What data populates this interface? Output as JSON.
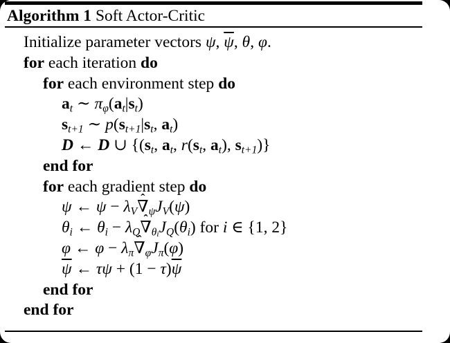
{
  "window": {
    "outside_bg": "#000000",
    "page_bg": "#ffffff",
    "text_color": "#000000"
  },
  "header": {
    "label": "Algorithm 1",
    "title": "Soft Actor-Critic"
  },
  "algorithm": {
    "lines": [
      {
        "indent": 0,
        "runs": [
          {
            "t": "Initialize parameter vectors "
          },
          {
            "t": "ψ",
            "s": "i"
          },
          {
            "t": ", "
          },
          {
            "t": "ψ",
            "s": "i",
            "bar": true
          },
          {
            "t": ", "
          },
          {
            "t": "θ",
            "s": "i"
          },
          {
            "t": ", "
          },
          {
            "t": "φ",
            "s": "i"
          },
          {
            "t": "."
          }
        ]
      },
      {
        "indent": 0,
        "runs": [
          {
            "t": "for",
            "s": "b"
          },
          {
            "t": " each iteration "
          },
          {
            "t": "do",
            "s": "b"
          }
        ]
      },
      {
        "indent": 1,
        "runs": [
          {
            "t": "for",
            "s": "b"
          },
          {
            "t": " each environment step "
          },
          {
            "t": "do",
            "s": "b"
          }
        ]
      },
      {
        "indent": 2,
        "runs": [
          {
            "t": "a",
            "s": "b"
          },
          {
            "t": "t",
            "s": "i",
            "sub": true
          },
          {
            "t": " ∼ "
          },
          {
            "t": "π",
            "s": "i"
          },
          {
            "t": "φ",
            "s": "i",
            "sub": true
          },
          {
            "t": "("
          },
          {
            "t": "a",
            "s": "b"
          },
          {
            "t": "t",
            "s": "i",
            "sub": true
          },
          {
            "t": "|"
          },
          {
            "t": "s",
            "s": "b"
          },
          {
            "t": "t",
            "s": "i",
            "sub": true
          },
          {
            "t": ")"
          }
        ]
      },
      {
        "indent": 2,
        "runs": [
          {
            "t": "s",
            "s": "b"
          },
          {
            "t": "t+1",
            "s": "i",
            "sub": true
          },
          {
            "t": " ∼ "
          },
          {
            "t": "p",
            "s": "i"
          },
          {
            "t": "("
          },
          {
            "t": "s",
            "s": "b"
          },
          {
            "t": "t+1",
            "s": "i",
            "sub": true
          },
          {
            "t": "|"
          },
          {
            "t": "s",
            "s": "b"
          },
          {
            "t": "t",
            "s": "i",
            "sub": true
          },
          {
            "t": ", "
          },
          {
            "t": "a",
            "s": "b"
          },
          {
            "t": "t",
            "s": "i",
            "sub": true
          },
          {
            "t": ")"
          }
        ]
      },
      {
        "indent": 2,
        "runs": [
          {
            "t": "D",
            "s": "cal"
          },
          {
            "t": " ← "
          },
          {
            "t": "D",
            "s": "cal"
          },
          {
            "t": " ∪ {("
          },
          {
            "t": "s",
            "s": "b"
          },
          {
            "t": "t",
            "s": "i",
            "sub": true
          },
          {
            "t": ", "
          },
          {
            "t": "a",
            "s": "b"
          },
          {
            "t": "t",
            "s": "i",
            "sub": true
          },
          {
            "t": ", "
          },
          {
            "t": "r",
            "s": "i"
          },
          {
            "t": "("
          },
          {
            "t": "s",
            "s": "b"
          },
          {
            "t": "t",
            "s": "i",
            "sub": true
          },
          {
            "t": ", "
          },
          {
            "t": "a",
            "s": "b"
          },
          {
            "t": "t",
            "s": "i",
            "sub": true
          },
          {
            "t": "), "
          },
          {
            "t": "s",
            "s": "b"
          },
          {
            "t": "t+1",
            "s": "i",
            "sub": true
          },
          {
            "t": ")}"
          }
        ]
      },
      {
        "indent": 1,
        "runs": [
          {
            "t": "end for",
            "s": "b"
          }
        ]
      },
      {
        "indent": 1,
        "runs": [
          {
            "t": "for",
            "s": "b"
          },
          {
            "t": " each gradient step "
          },
          {
            "t": "do",
            "s": "b"
          }
        ]
      },
      {
        "indent": 2,
        "runs": [
          {
            "t": "ψ",
            "s": "i"
          },
          {
            "t": " ← "
          },
          {
            "t": "ψ",
            "s": "i"
          },
          {
            "t": " − "
          },
          {
            "t": "λ",
            "s": "i"
          },
          {
            "t": "V",
            "s": "i",
            "sub": true
          },
          {
            "t": "∇",
            "hat": true
          },
          {
            "t": "ψ",
            "s": "i",
            "sub": true
          },
          {
            "t": "J",
            "s": "i"
          },
          {
            "t": "V",
            "s": "i",
            "sub": true
          },
          {
            "t": "("
          },
          {
            "t": "ψ",
            "s": "i"
          },
          {
            "t": ")"
          }
        ]
      },
      {
        "indent": 2,
        "runs": [
          {
            "t": "θ",
            "s": "i"
          },
          {
            "t": "i",
            "s": "i",
            "sub": true
          },
          {
            "t": " ← "
          },
          {
            "t": "θ",
            "s": "i"
          },
          {
            "t": "i",
            "s": "i",
            "sub": true
          },
          {
            "t": " − "
          },
          {
            "t": "λ",
            "s": "i"
          },
          {
            "t": "Q",
            "s": "i",
            "sub": true
          },
          {
            "t": "∇",
            "hat": true
          },
          {
            "t": "θ",
            "s": "i",
            "sub": true
          },
          {
            "t": "i",
            "s": "i",
            "subsub": true
          },
          {
            "t": "J",
            "s": "i"
          },
          {
            "t": "Q",
            "s": "i",
            "sub": true
          },
          {
            "t": "("
          },
          {
            "t": "θ",
            "s": "i"
          },
          {
            "t": "i",
            "s": "i",
            "sub": true
          },
          {
            "t": ") for "
          },
          {
            "t": "i",
            "s": "i"
          },
          {
            "t": " ∈ {1, 2}"
          }
        ]
      },
      {
        "indent": 2,
        "runs": [
          {
            "t": "φ",
            "s": "i"
          },
          {
            "t": " ← "
          },
          {
            "t": "φ",
            "s": "i"
          },
          {
            "t": " − "
          },
          {
            "t": "λ",
            "s": "i"
          },
          {
            "t": "π",
            "s": "i",
            "sub": true
          },
          {
            "t": "∇",
            "hat": true
          },
          {
            "t": "φ",
            "s": "i",
            "sub": true
          },
          {
            "t": "J",
            "s": "i"
          },
          {
            "t": "π",
            "s": "i",
            "sub": true
          },
          {
            "t": "("
          },
          {
            "t": "φ",
            "s": "i"
          },
          {
            "t": ")"
          }
        ]
      },
      {
        "indent": 2,
        "runs": [
          {
            "t": "ψ",
            "s": "i",
            "bar": true
          },
          {
            "t": " ← "
          },
          {
            "t": "τ",
            "s": "i"
          },
          {
            "t": "ψ",
            "s": "i"
          },
          {
            "t": " + (1 − "
          },
          {
            "t": "τ",
            "s": "i"
          },
          {
            "t": ")"
          },
          {
            "t": "ψ",
            "s": "i",
            "bar": true
          }
        ]
      },
      {
        "indent": 1,
        "runs": [
          {
            "t": "end for",
            "s": "b"
          }
        ]
      },
      {
        "indent": 0,
        "runs": [
          {
            "t": "end for",
            "s": "b"
          }
        ]
      }
    ]
  }
}
